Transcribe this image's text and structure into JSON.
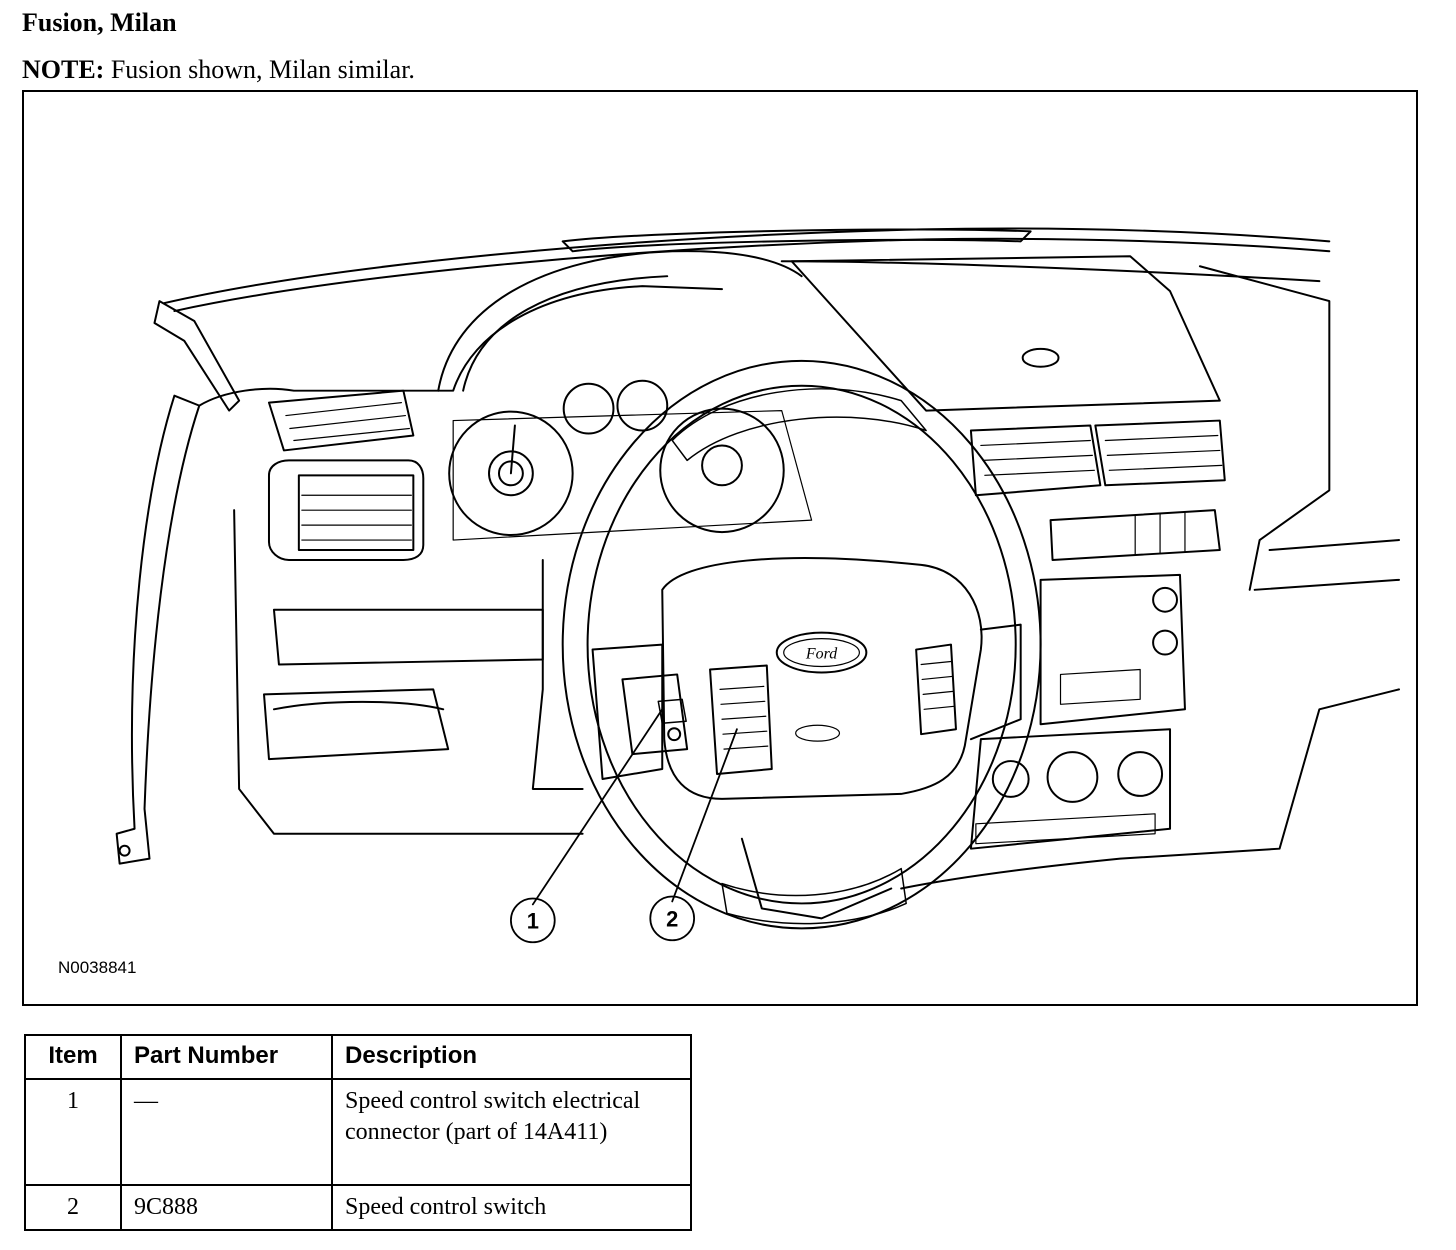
{
  "header": {
    "title": "Fusion, Milan",
    "note_label": "NOTE:",
    "note_text": " Fusion shown, Milan similar."
  },
  "figure": {
    "id": "N0038841",
    "callouts": [
      "1",
      "2"
    ],
    "badge_ford": "Ford"
  },
  "table": {
    "headers": {
      "item": "Item",
      "part_number": "Part Number",
      "description": "Description"
    },
    "rows": [
      {
        "item": "1",
        "part_number": "—",
        "description": "Speed control switch electrical connector (part of 14A411)"
      },
      {
        "item": "2",
        "part_number": "9C888",
        "description": "Speed control switch"
      }
    ]
  }
}
